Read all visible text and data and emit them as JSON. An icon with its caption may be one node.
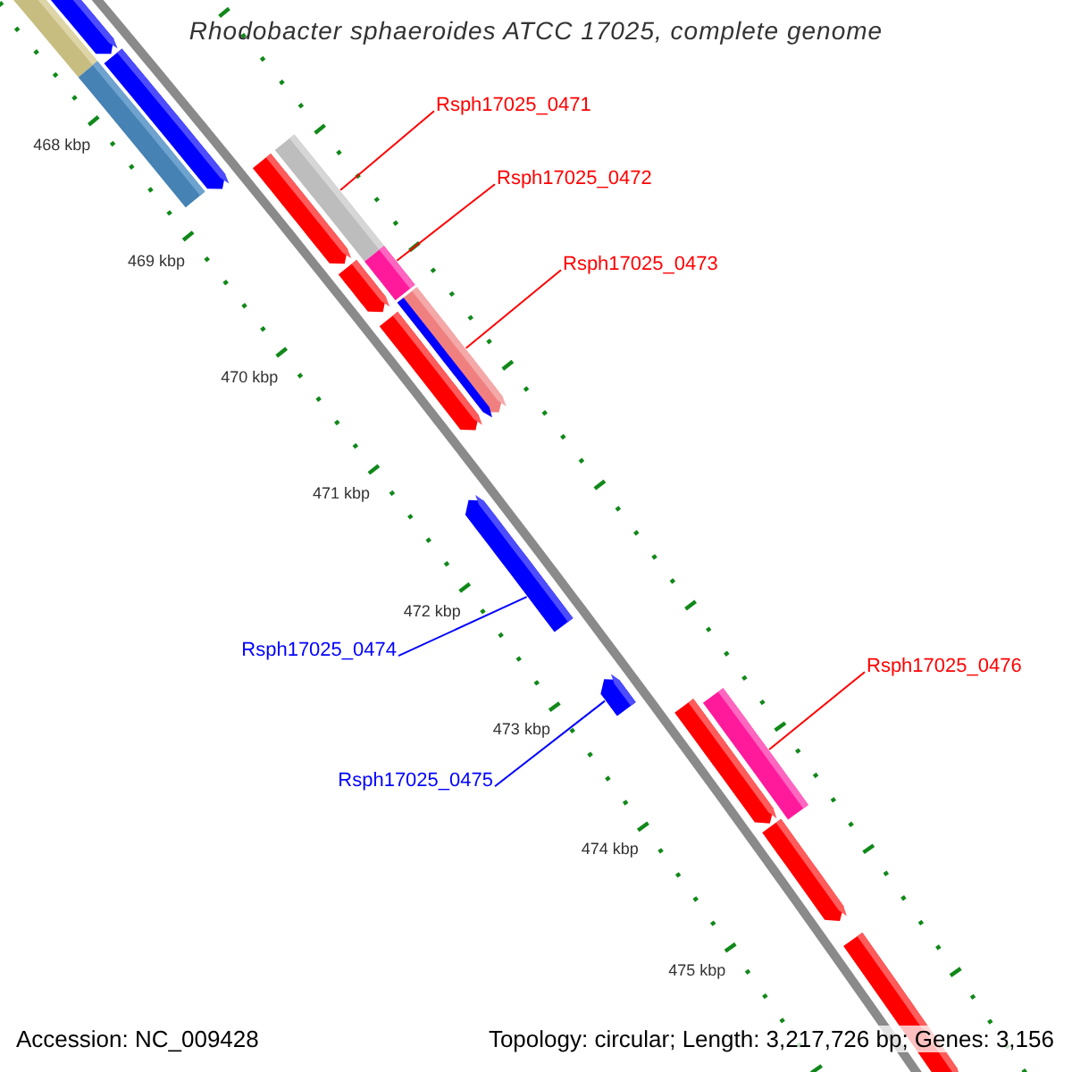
{
  "diagram": {
    "title": "Rhodobacter sphaeroides ATCC 17025, complete genome",
    "nodes": [
      {
        "text": [
          "Rsph17025_0471"
        ]
      },
      {
        "text": [
          "Rsph17025_0472"
        ]
      },
      {
        "text": [
          "Rsph17025_0473"
        ]
      },
      {
        "text": [
          "Rsph17025_0474"
        ]
      },
      {
        "text": [
          "Rsph17025_0476"
        ]
      },
      {
        "text": [
          "Rsph17025_0475"
        ]
      },
      {
        "text": [],
        "shape": "bar"
      },
      {
        "text": [],
        "shape": "bar"
      },
      {
        "text": [],
        "shape": "bar"
      },
      {
        "text": [],
        "shape": "bar"
      },
      {
        "text": [],
        "shape": "bar"
      },
      {
        "text": [],
        "shape": "bar"
      },
      {
        "text": [],
        "shape": "bar"
      },
      {
        "text": [],
        "shape": "bar"
      },
      {
        "text": [],
        "shape": "bar"
      },
      {
        "text": [],
        "shape": "bar"
      },
      {
        "text": [],
        "shape": "bar"
      },
      {
        "text": [],
        "shape": "bar"
      },
      {
        "text": [],
        "shape": "bar"
      },
      {
        "text": [],
        "shape": "bar"
      },
      {
        "text": [],
        "shape": "bar"
      },
      {
        "text": [],
        "shape": "bar"
      }
    ],
    "edges": [
      {
        "from": 0,
        "to": 10,
        "arrow": "none"
      },
      {
        "from": 1,
        "to": 12,
        "arrow": "none"
      },
      {
        "from": 2,
        "to": 14,
        "arrow": "none"
      },
      {
        "from": 3,
        "to": 16,
        "arrow": "none",
        "color": "#0000ff"
      },
      {
        "from": 5,
        "to": 17,
        "arrow": "none",
        "color": "#0000ff"
      },
      {
        "from": 4,
        "to": 18,
        "arrow": "none"
      }
    ],
    "labels": [
      "468 kbp",
      "469 kbp",
      "470 kbp",
      "471 kbp",
      "472 kbp",
      "473 kbp",
      "474 kbp",
      "475 kbp",
      "Accession: NC_009428",
      "Topology: circular; Length: 3,217,726 bp; Genes: 3,156"
    ]
  }
}
